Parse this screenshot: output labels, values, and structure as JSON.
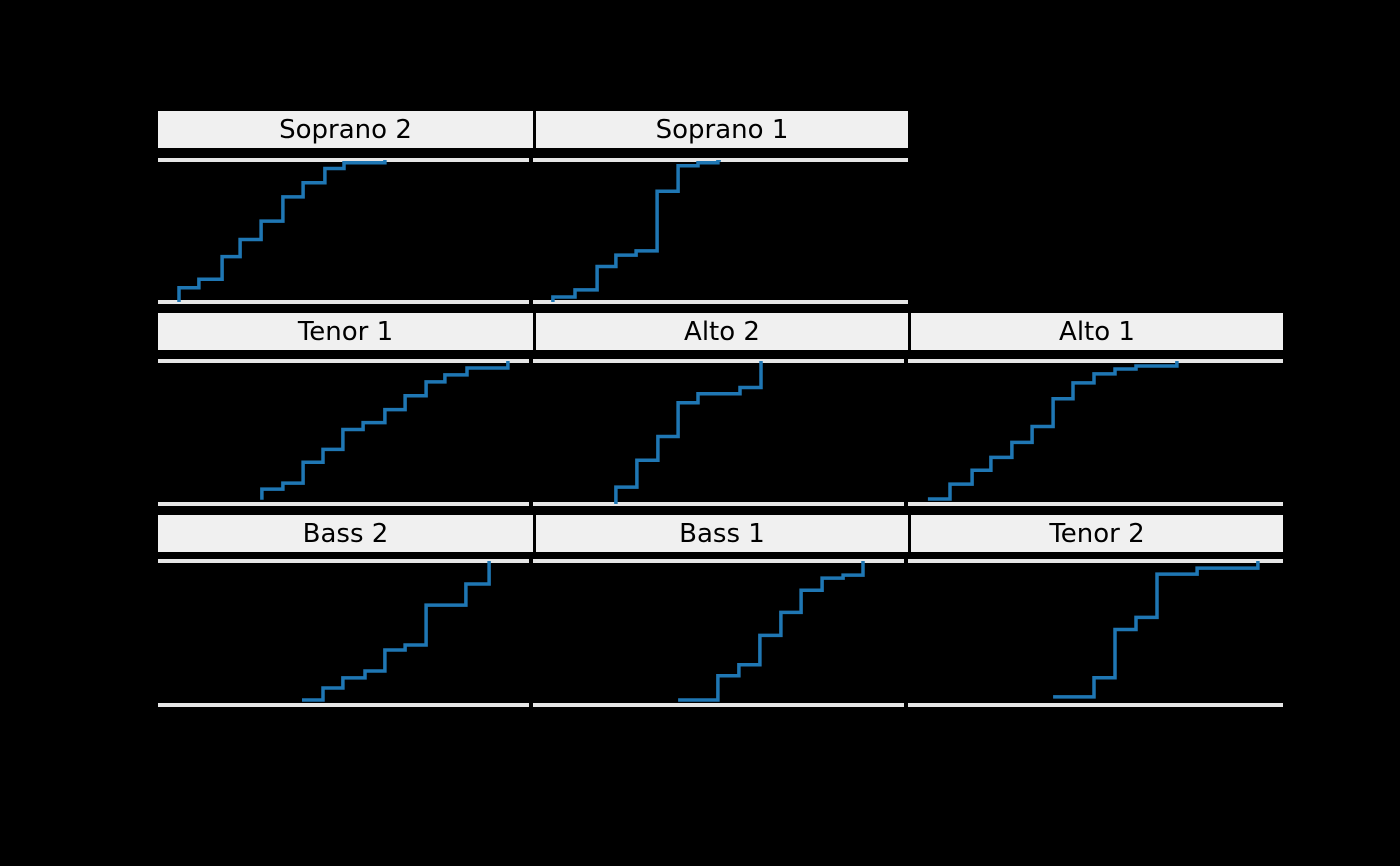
{
  "colors": {
    "background": "#000000",
    "curve": "#1f77b4",
    "strip_background": "#f0f0f0",
    "strip_text": "#000000",
    "axis_line": "#e6e6e6"
  },
  "chart_data": {
    "type": "line",
    "variant": "ecdf_step_faceted",
    "title": "",
    "legend": "none",
    "layout_hints": {
      "grid_rows": 3,
      "grid_cols": 3,
      "panels_per_row": [
        2,
        3,
        3
      ],
      "fill_order": "bottom_up_left_right",
      "panel_background": "#000000",
      "x_tick_labels_visible": false,
      "y_tick_labels_visible": false,
      "x_range_normalized": [
        0,
        1
      ],
      "y_range_normalized": [
        0,
        1
      ],
      "grid_lines": "off"
    },
    "panels": [
      {
        "label": "Soprano 2",
        "row": 0,
        "col": 0,
        "points": [
          [
            0.056,
            0.0
          ],
          [
            0.056,
            0.1
          ],
          [
            0.109,
            0.1
          ],
          [
            0.109,
            0.16
          ],
          [
            0.171,
            0.16
          ],
          [
            0.171,
            0.32
          ],
          [
            0.219,
            0.32
          ],
          [
            0.219,
            0.44
          ],
          [
            0.275,
            0.44
          ],
          [
            0.275,
            0.57
          ],
          [
            0.333,
            0.57
          ],
          [
            0.333,
            0.74
          ],
          [
            0.387,
            0.74
          ],
          [
            0.387,
            0.84
          ],
          [
            0.445,
            0.84
          ],
          [
            0.445,
            0.94
          ],
          [
            0.496,
            0.94
          ],
          [
            0.496,
            0.98
          ],
          [
            0.605,
            0.98
          ],
          [
            0.605,
            1.0
          ]
        ]
      },
      {
        "label": "Soprano 1",
        "row": 0,
        "col": 1,
        "points": [
          [
            0.053,
            0.0
          ],
          [
            0.053,
            0.035
          ],
          [
            0.112,
            0.035
          ],
          [
            0.112,
            0.085
          ],
          [
            0.171,
            0.085
          ],
          [
            0.171,
            0.25
          ],
          [
            0.221,
            0.25
          ],
          [
            0.221,
            0.33
          ],
          [
            0.275,
            0.33
          ],
          [
            0.275,
            0.36
          ],
          [
            0.331,
            0.36
          ],
          [
            0.331,
            0.78
          ],
          [
            0.387,
            0.78
          ],
          [
            0.387,
            0.96
          ],
          [
            0.44,
            0.96
          ],
          [
            0.44,
            0.98
          ],
          [
            0.493,
            0.98
          ],
          [
            0.493,
            1.0
          ],
          [
            0.501,
            1.0
          ]
        ]
      },
      {
        "label": "Tenor 1",
        "row": 1,
        "col": 0,
        "points": [
          [
            0.277,
            0.03
          ],
          [
            0.277,
            0.104
          ],
          [
            0.333,
            0.104
          ],
          [
            0.333,
            0.146
          ],
          [
            0.387,
            0.146
          ],
          [
            0.387,
            0.292
          ],
          [
            0.44,
            0.292
          ],
          [
            0.44,
            0.382
          ],
          [
            0.493,
            0.382
          ],
          [
            0.493,
            0.521
          ],
          [
            0.547,
            0.521
          ],
          [
            0.547,
            0.569
          ],
          [
            0.605,
            0.569
          ],
          [
            0.605,
            0.66
          ],
          [
            0.659,
            0.66
          ],
          [
            0.659,
            0.757
          ],
          [
            0.715,
            0.757
          ],
          [
            0.715,
            0.854
          ],
          [
            0.765,
            0.854
          ],
          [
            0.765,
            0.903
          ],
          [
            0.824,
            0.903
          ],
          [
            0.824,
            0.951
          ],
          [
            0.933,
            0.951
          ],
          [
            0.933,
            1.0
          ]
        ]
      },
      {
        "label": "Alto 2",
        "row": 1,
        "col": 1,
        "points": [
          [
            0.221,
            0.0
          ],
          [
            0.221,
            0.118
          ],
          [
            0.277,
            0.118
          ],
          [
            0.277,
            0.306
          ],
          [
            0.333,
            0.306
          ],
          [
            0.333,
            0.472
          ],
          [
            0.387,
            0.472
          ],
          [
            0.387,
            0.708
          ],
          [
            0.44,
            0.708
          ],
          [
            0.44,
            0.771
          ],
          [
            0.552,
            0.771
          ],
          [
            0.552,
            0.815
          ],
          [
            0.608,
            0.815
          ],
          [
            0.608,
            1.0
          ]
        ]
      },
      {
        "label": "Alto 1",
        "row": 1,
        "col": 2,
        "points": [
          [
            0.053,
            0.035
          ],
          [
            0.112,
            0.035
          ],
          [
            0.112,
            0.139
          ],
          [
            0.171,
            0.139
          ],
          [
            0.171,
            0.236
          ],
          [
            0.221,
            0.236
          ],
          [
            0.221,
            0.326
          ],
          [
            0.277,
            0.326
          ],
          [
            0.277,
            0.431
          ],
          [
            0.331,
            0.431
          ],
          [
            0.331,
            0.542
          ],
          [
            0.387,
            0.542
          ],
          [
            0.387,
            0.736
          ],
          [
            0.44,
            0.736
          ],
          [
            0.44,
            0.847
          ],
          [
            0.496,
            0.847
          ],
          [
            0.496,
            0.91
          ],
          [
            0.552,
            0.91
          ],
          [
            0.552,
            0.944
          ],
          [
            0.608,
            0.944
          ],
          [
            0.608,
            0.965
          ],
          [
            0.717,
            0.965
          ],
          [
            0.717,
            1.0
          ]
        ]
      },
      {
        "label": "Bass 2",
        "row": 2,
        "col": 0,
        "points": [
          [
            0.384,
            0.035
          ],
          [
            0.44,
            0.035
          ],
          [
            0.44,
            0.118
          ],
          [
            0.493,
            0.118
          ],
          [
            0.493,
            0.188
          ],
          [
            0.552,
            0.188
          ],
          [
            0.552,
            0.236
          ],
          [
            0.605,
            0.236
          ],
          [
            0.605,
            0.382
          ],
          [
            0.659,
            0.382
          ],
          [
            0.659,
            0.417
          ],
          [
            0.715,
            0.417
          ],
          [
            0.715,
            0.694
          ],
          [
            0.821,
            0.694
          ],
          [
            0.821,
            0.84
          ],
          [
            0.883,
            0.84
          ],
          [
            0.883,
            1.0
          ]
        ]
      },
      {
        "label": "Bass 1",
        "row": 2,
        "col": 1,
        "points": [
          [
            0.387,
            0.035
          ],
          [
            0.493,
            0.035
          ],
          [
            0.493,
            0.203
          ],
          [
            0.549,
            0.203
          ],
          [
            0.549,
            0.28
          ],
          [
            0.605,
            0.28
          ],
          [
            0.605,
            0.483
          ],
          [
            0.661,
            0.483
          ],
          [
            0.661,
            0.643
          ],
          [
            0.715,
            0.643
          ],
          [
            0.715,
            0.797
          ],
          [
            0.771,
            0.797
          ],
          [
            0.771,
            0.881
          ],
          [
            0.827,
            0.881
          ],
          [
            0.827,
            0.902
          ],
          [
            0.88,
            0.902
          ],
          [
            0.88,
            1.0
          ]
        ]
      },
      {
        "label": "Tenor 2",
        "row": 2,
        "col": 2,
        "points": [
          [
            0.387,
            0.056
          ],
          [
            0.496,
            0.056
          ],
          [
            0.496,
            0.189
          ],
          [
            0.552,
            0.189
          ],
          [
            0.552,
            0.524
          ],
          [
            0.608,
            0.524
          ],
          [
            0.608,
            0.608
          ],
          [
            0.664,
            0.608
          ],
          [
            0.664,
            0.909
          ],
          [
            0.771,
            0.909
          ],
          [
            0.771,
            0.951
          ],
          [
            0.933,
            0.951
          ],
          [
            0.933,
            1.0
          ]
        ]
      }
    ]
  }
}
